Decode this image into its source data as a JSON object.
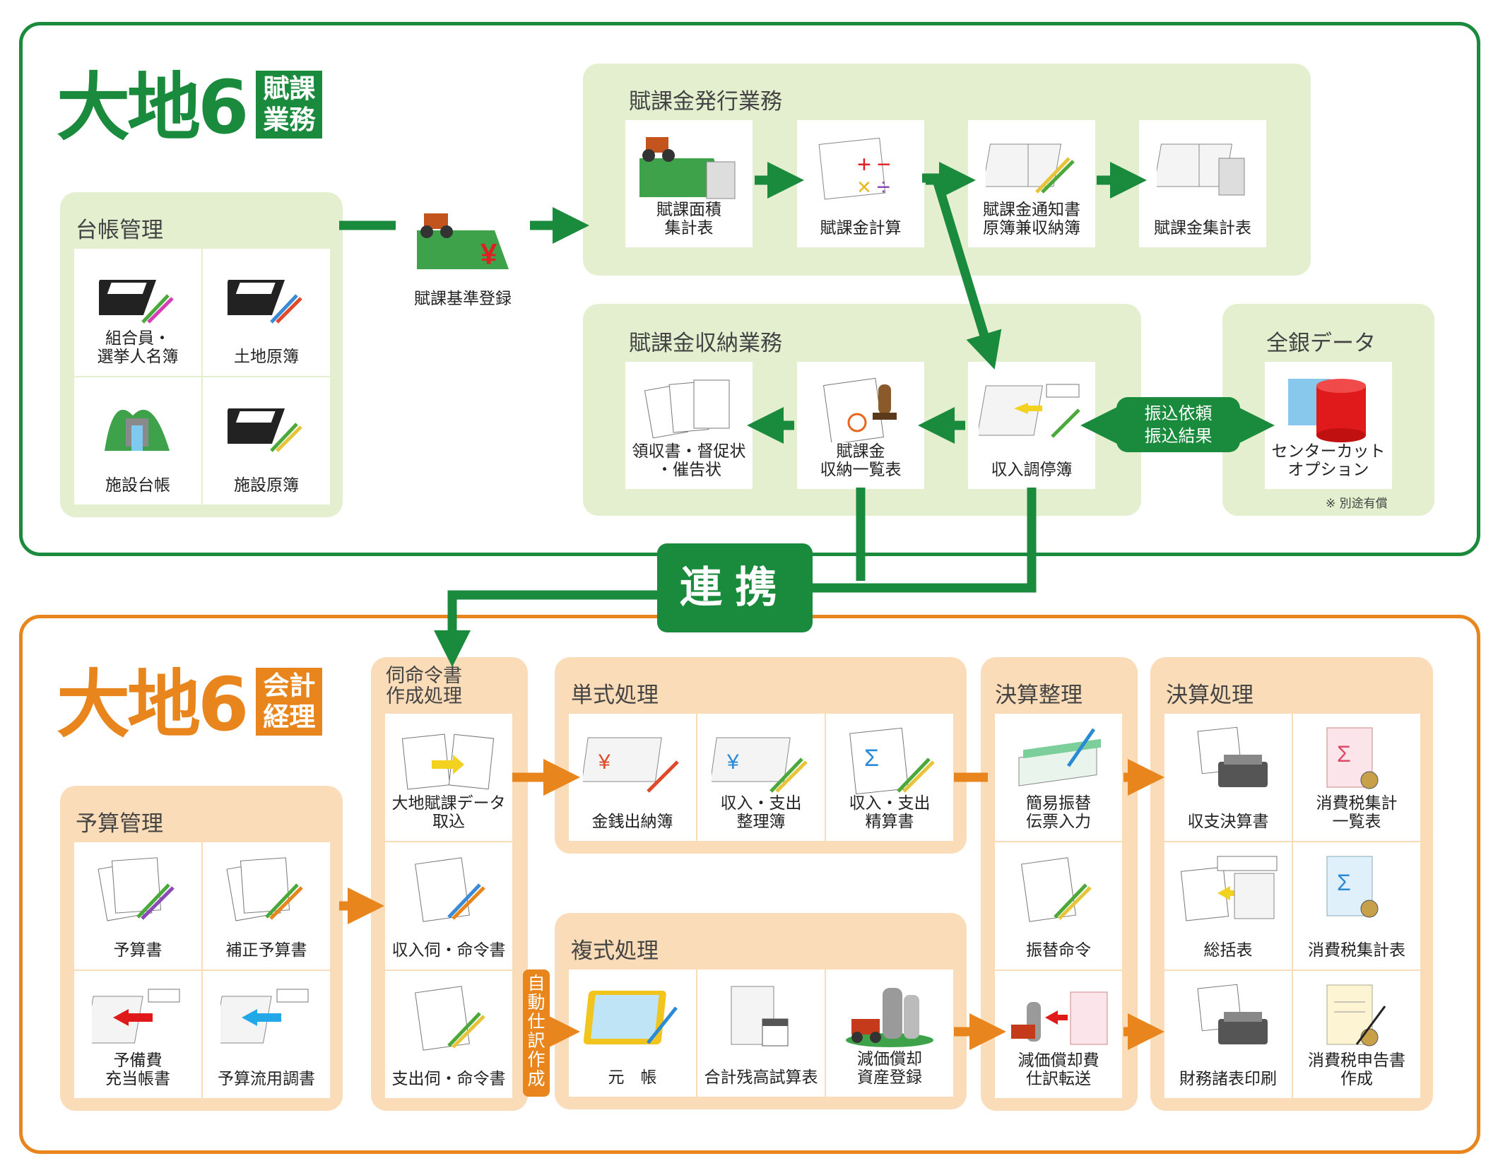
{
  "colors": {
    "green": "#1a8a3c",
    "orange": "#e8851c",
    "green_bg": "#e3efcf",
    "orange_bg": "#fbdcb8"
  },
  "top": {
    "logo": {
      "main": "大地6",
      "tag": "賦課\n業務"
    },
    "daicho": {
      "title": "台帳管理",
      "items": [
        "組合員・\n選挙人名簿",
        "土地原簿",
        "施設台帳",
        "施設原簿"
      ]
    },
    "kijun": {
      "label": "賦課基準登録"
    },
    "hakko": {
      "title": "賦課金発行業務",
      "items": [
        "賦課面積\n集計表",
        "賦課金計算",
        "賦課金通知書\n原簿兼収納簿",
        "賦課金集計表"
      ]
    },
    "shuno": {
      "title": "賦課金収納業務",
      "items": [
        "領収書・督促状\n・催告状",
        "賦課金\n収納一覧表",
        "収入調停簿"
      ]
    },
    "zengin": {
      "title": "全銀データ",
      "item": "センターカット\nオプション",
      "note": "※ 別途有償",
      "pill": "振込依頼\n振込結果"
    }
  },
  "renkei": "連携",
  "bottom": {
    "logo": {
      "main": "大地6",
      "tag": "会計\n経理"
    },
    "yosan": {
      "title": "予算管理",
      "items": [
        "予算書",
        "補正予算書",
        "予備費\n充当帳書",
        "予算流用調書"
      ]
    },
    "ukagai": {
      "title": "伺命令書\n作成処理",
      "items": [
        "大地賦課データ\n取込",
        "収入伺・命令書",
        "支出伺・命令書"
      ]
    },
    "tanshiki": {
      "title": "単式処理",
      "items": [
        "金銭出納簿",
        "収入・支出\n整理簿",
        "収入・支出\n精算書"
      ]
    },
    "fukushiki": {
      "title": "複式処理",
      "items": [
        "元　帳",
        "合計残高試算表",
        "減価償却\n資産登録"
      ]
    },
    "auto": "自動仕訳作成",
    "kessan_seiri": {
      "title": "決算整理",
      "items": [
        "簡易振替\n伝票入力",
        "振替命令",
        "減価償却費\n仕訳転送"
      ]
    },
    "kessan_shori": {
      "title": "決算処理",
      "items": [
        "収支決算書",
        "消費税集計\n一覧表",
        "総括表",
        "消費税集計表",
        "財務諸表印刷",
        "消費税申告書\n作成"
      ]
    }
  }
}
